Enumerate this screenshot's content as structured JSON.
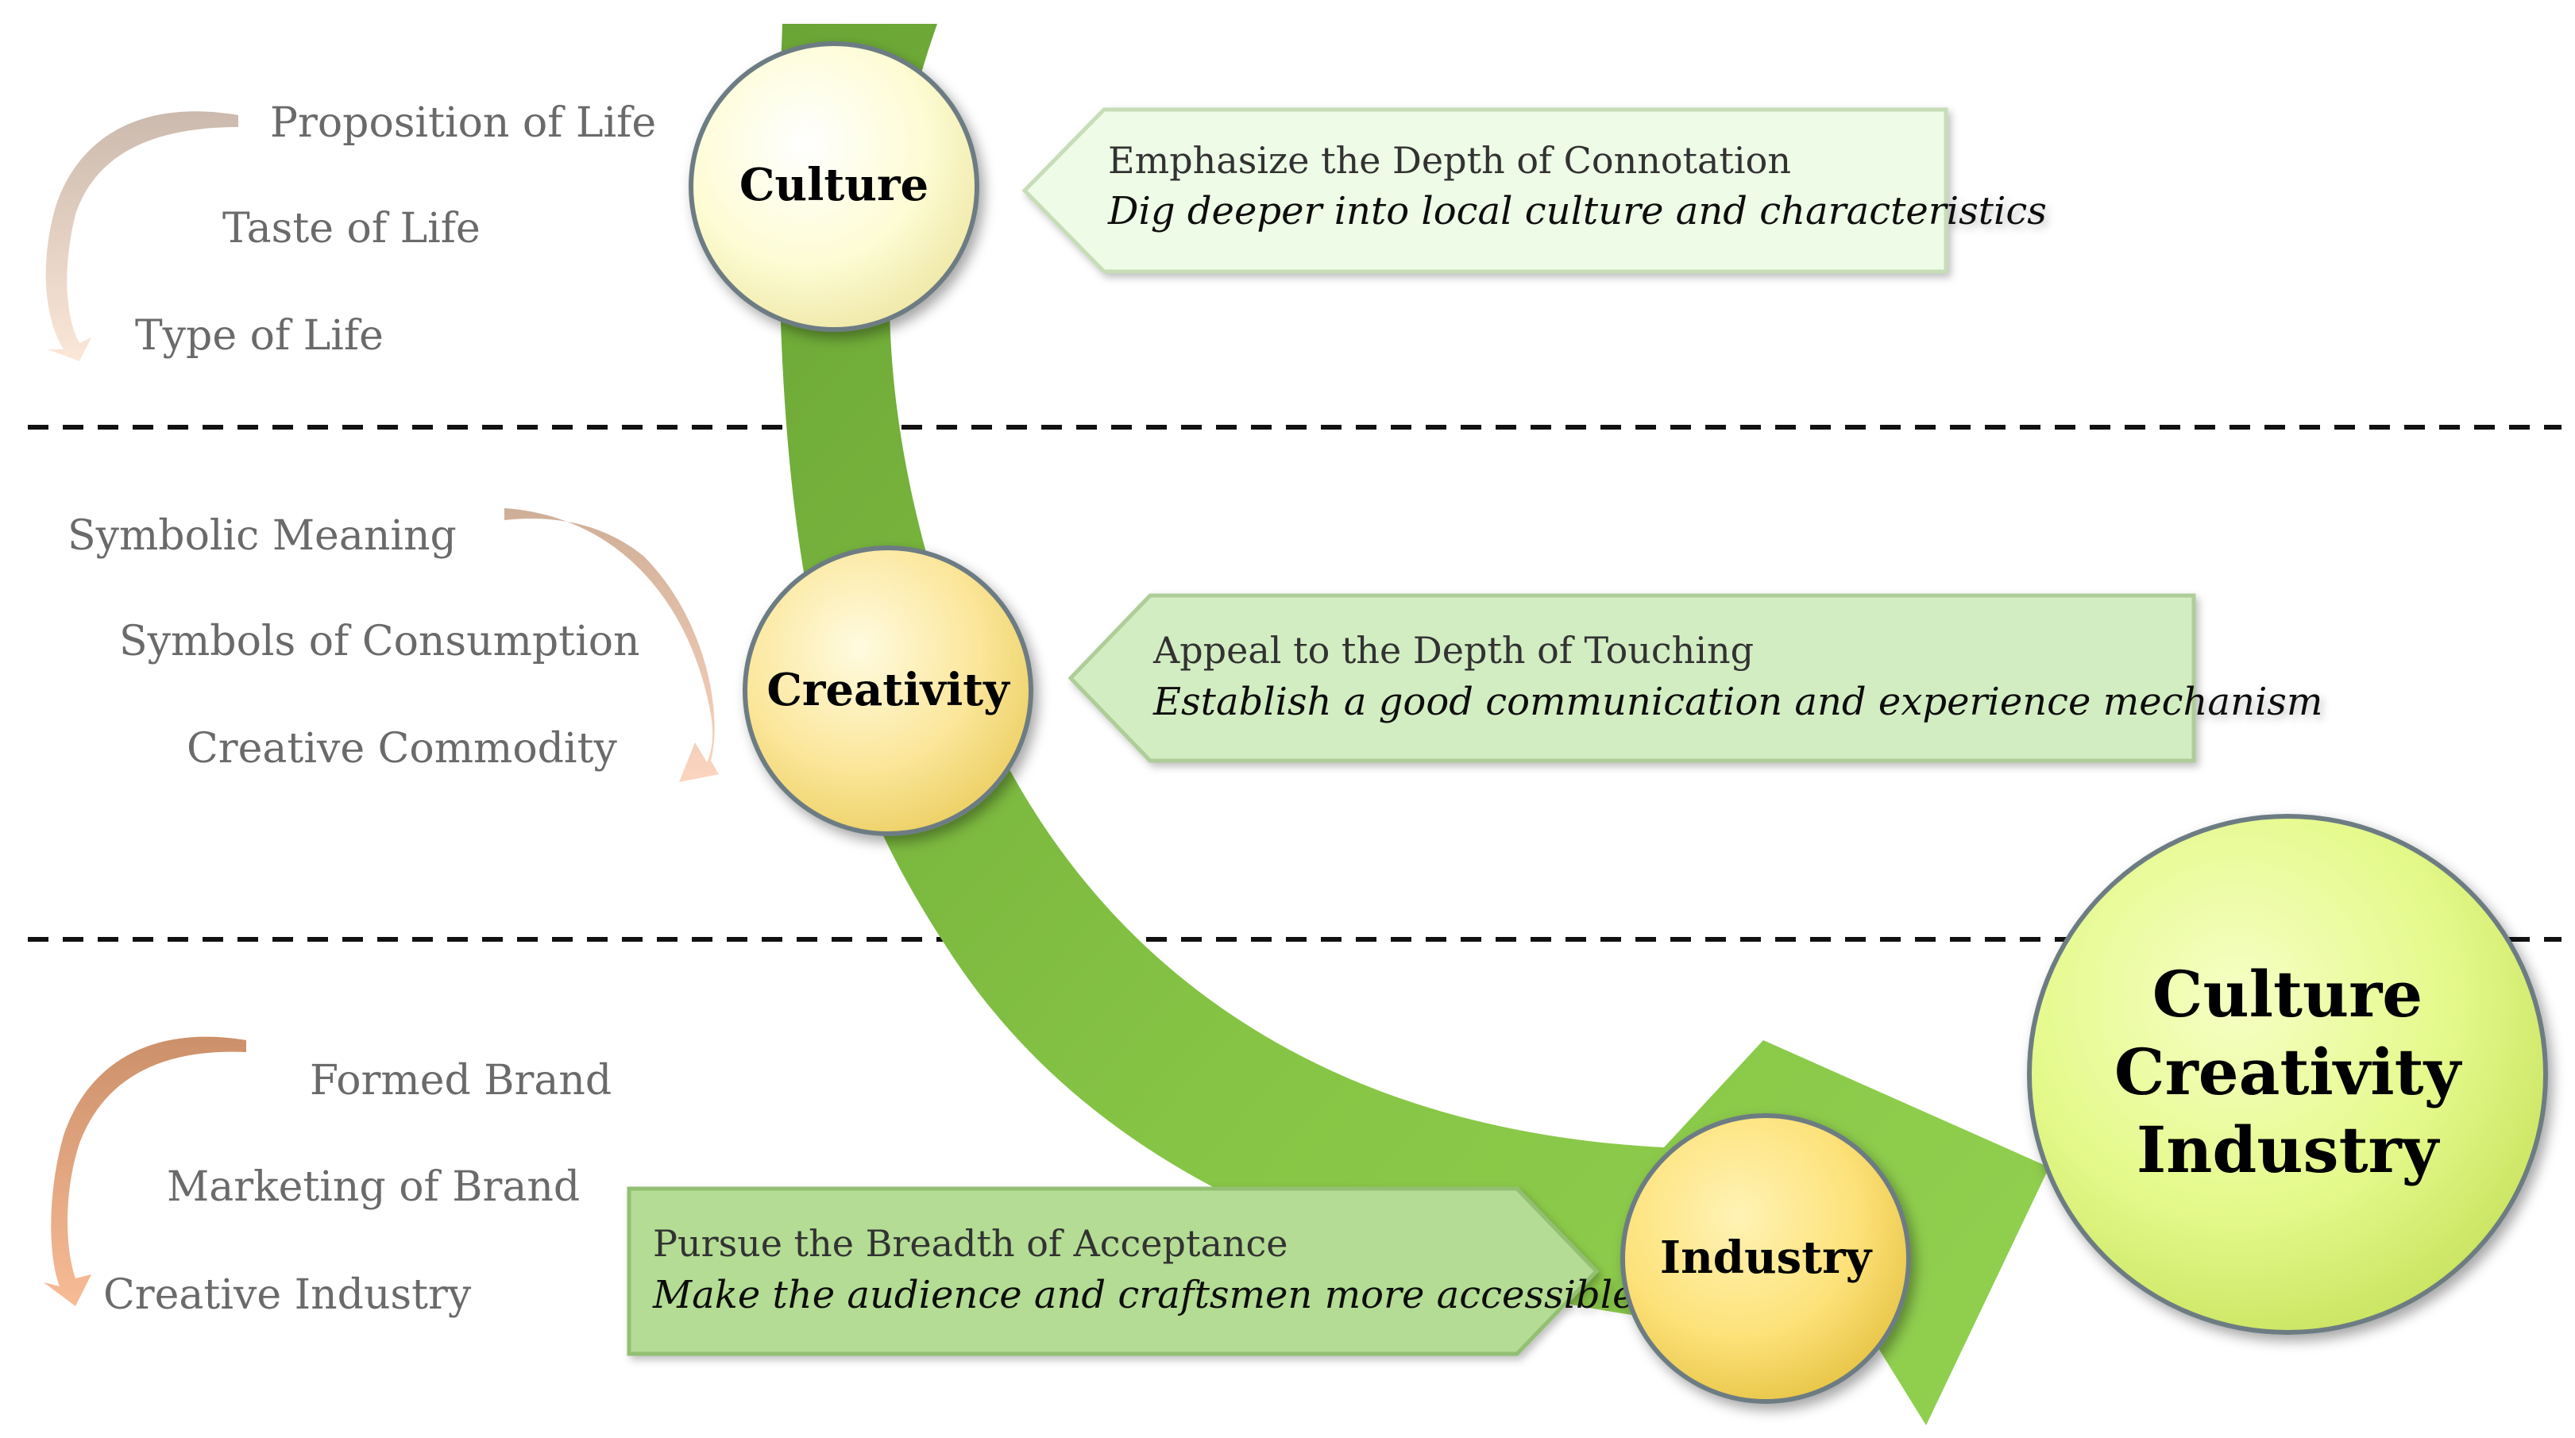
{
  "stages": [
    {
      "name": "Culture",
      "callout_title": "Emphasize the Depth of Connotation",
      "callout_detail": "Dig deeper into local culture and characteristics",
      "side_labels": [
        "Proposition of Life",
        "Taste of Life",
        "Type of Life"
      ]
    },
    {
      "name": "Creativity",
      "callout_title": "Appeal to the Depth of Touching",
      "callout_detail": "Establish a good communication and experience mechanism",
      "side_labels": [
        "Symbolic Meaning",
        "Symbols of Consumption",
        "Creative Commodity"
      ]
    },
    {
      "name": "Industry",
      "callout_title": "Pursue the Breadth of Acceptance",
      "callout_detail": "Make the audience and craftsmen more accessible",
      "side_labels": [
        "Formed Brand",
        "Marketing of Brand",
        "Creative Industry"
      ]
    }
  ],
  "result": {
    "lines": [
      "Culture",
      "Creativity",
      "Industry"
    ]
  },
  "colors": {
    "main_arrow": "#6fae3c",
    "main_arrow_light": "#92d050",
    "culture_node": "#fdfde0",
    "creativity_node": "#fbe79a",
    "industry_node": "#fde47a",
    "result_node": "#e2f98a",
    "callout_1": "#eefbe6",
    "callout_2": "#d3edc3",
    "callout_3": "#b4dc94",
    "curl_top": "#c9b9ad",
    "curl_bottom": "#f7c8ad"
  }
}
